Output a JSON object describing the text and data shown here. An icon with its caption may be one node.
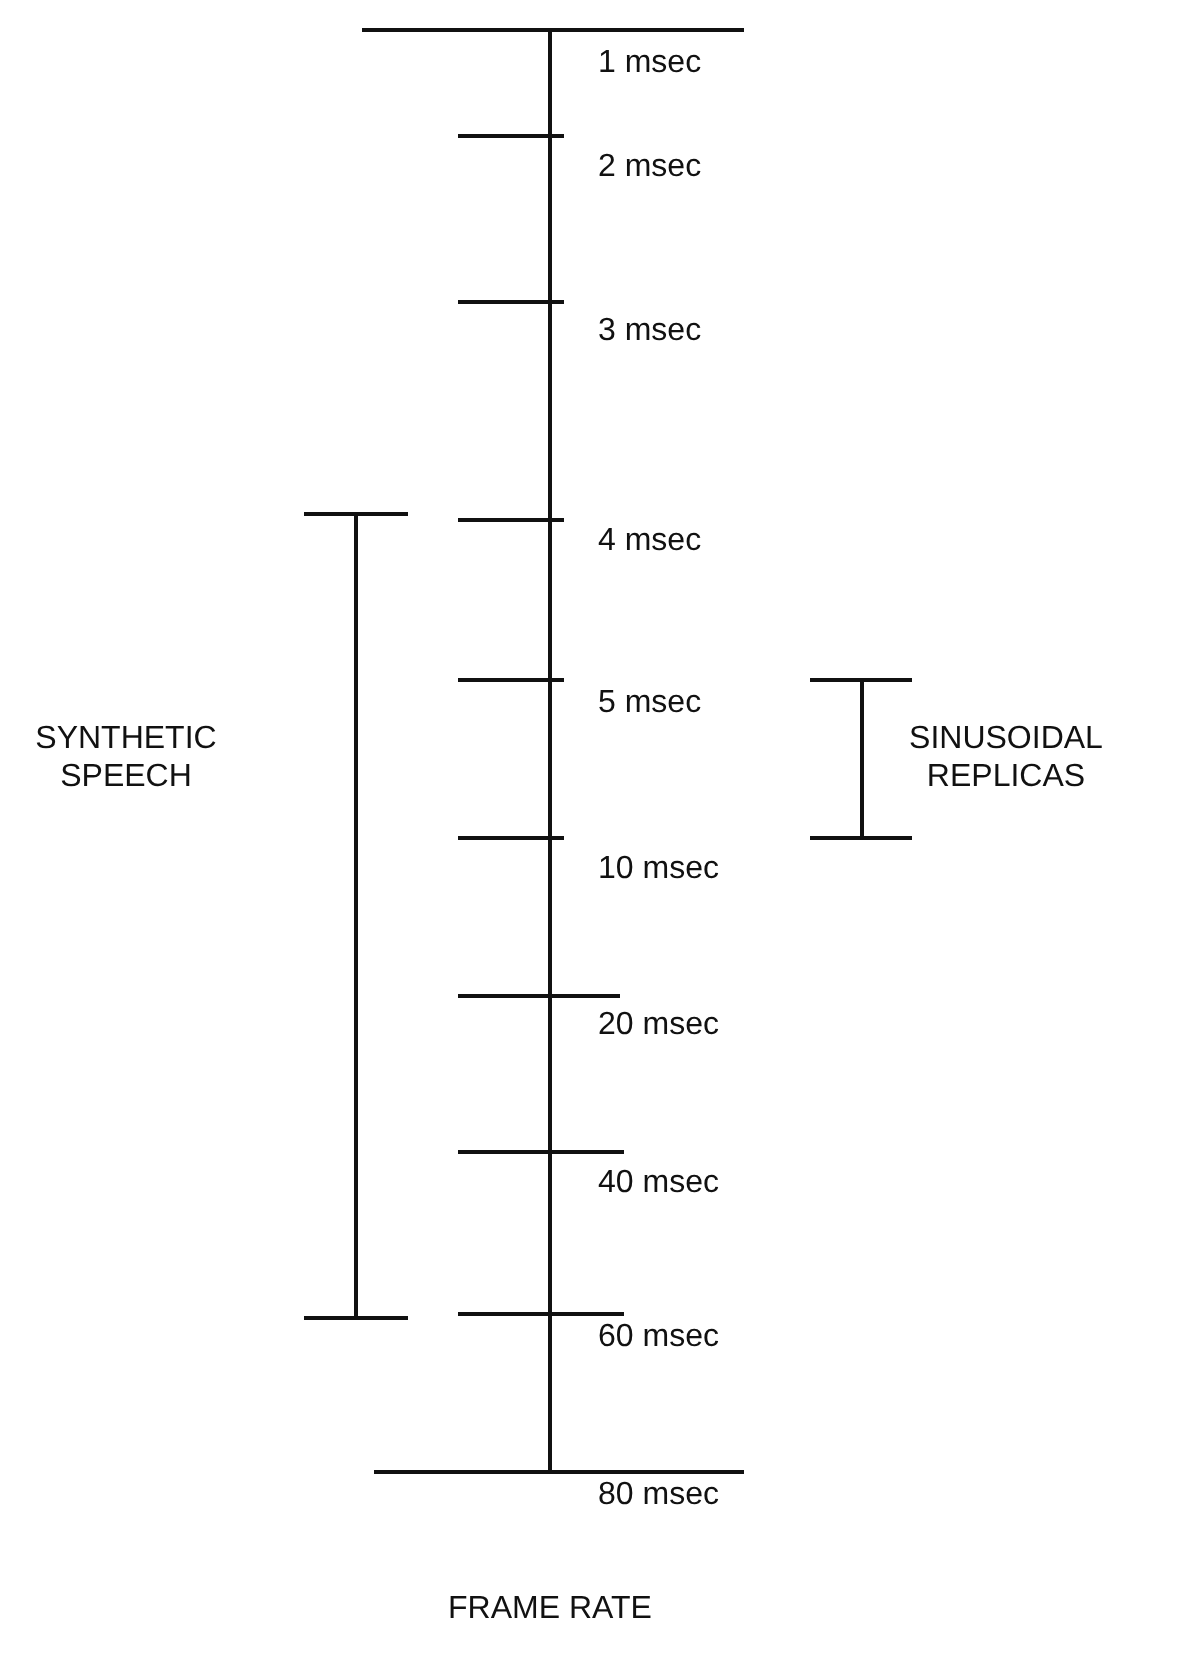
{
  "diagram": {
    "caption": "FRAME RATE",
    "labels": [
      "1 msec",
      "2 msec",
      "3 msec",
      "4 msec",
      "5 msec",
      "10 msec",
      "20 msec",
      "40 msec",
      "60 msec",
      "80 msec",
      "SYNTHETIC SPEECH",
      "SINUSOIDAL REPLICAS"
    ]
  }
}
